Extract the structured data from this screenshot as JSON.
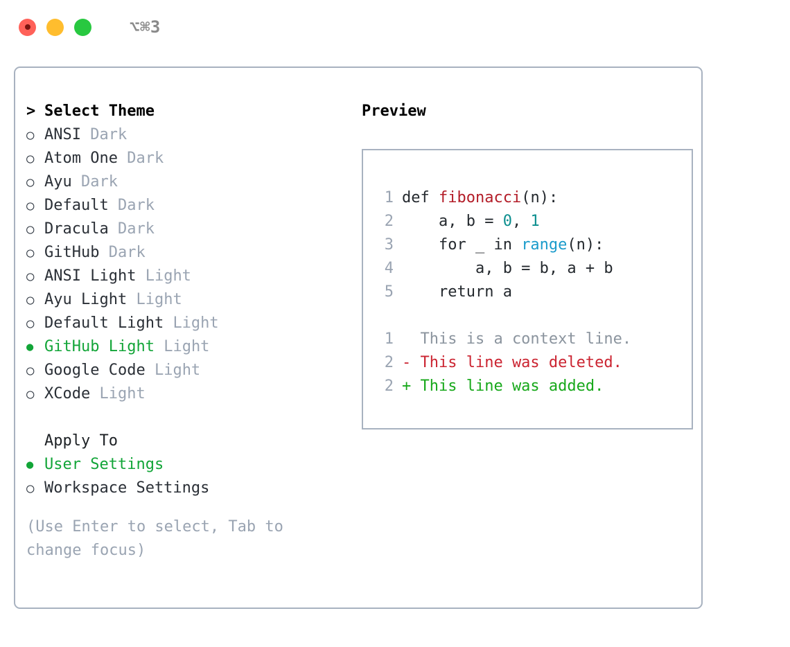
{
  "window": {
    "title": "⌥⌘3",
    "traffic_lights": [
      {
        "name": "close",
        "color": "#ff6159"
      },
      {
        "name": "minimize",
        "color": "#ffbd2e"
      },
      {
        "name": "maximize",
        "color": "#28c840"
      }
    ]
  },
  "theme_picker": {
    "header": "Select Theme",
    "caret": ">",
    "marker_unselected": "○",
    "marker_selected": "●",
    "items": [
      {
        "label": "ANSI",
        "kind": "Dark",
        "selected": false
      },
      {
        "label": "Atom One",
        "kind": "Dark",
        "selected": false
      },
      {
        "label": "Ayu",
        "kind": "Dark",
        "selected": false
      },
      {
        "label": "Default",
        "kind": "Dark",
        "selected": false
      },
      {
        "label": "Dracula",
        "kind": "Dark",
        "selected": false
      },
      {
        "label": "GitHub",
        "kind": "Dark",
        "selected": false
      },
      {
        "label": "ANSI Light",
        "kind": "Light",
        "selected": false
      },
      {
        "label": "Ayu Light",
        "kind": "Light",
        "selected": false
      },
      {
        "label": "Default Light",
        "kind": "Light",
        "selected": false
      },
      {
        "label": "GitHub Light",
        "kind": "Light",
        "selected": true
      },
      {
        "label": "Google Code",
        "kind": "Light",
        "selected": false
      },
      {
        "label": "XCode",
        "kind": "Light",
        "selected": false
      }
    ]
  },
  "apply_to": {
    "header": "Apply To",
    "items": [
      {
        "label": "User Settings",
        "selected": true
      },
      {
        "label": "Workspace Settings",
        "selected": false
      }
    ]
  },
  "hint": "(Use Enter to select, Tab to change focus)",
  "preview": {
    "title": "Preview",
    "code_lines": [
      {
        "lno": "1",
        "tokens": [
          {
            "text": "def ",
            "type": "plain"
          },
          {
            "text": "fibonacci",
            "type": "fn"
          },
          {
            "text": "(n):",
            "type": "plain"
          }
        ]
      },
      {
        "lno": "2",
        "tokens": [
          {
            "text": "    a, b = ",
            "type": "plain"
          },
          {
            "text": "0",
            "type": "num"
          },
          {
            "text": ", ",
            "type": "plain"
          },
          {
            "text": "1",
            "type": "num"
          }
        ]
      },
      {
        "lno": "3",
        "tokens": [
          {
            "text": "    for _ in ",
            "type": "plain"
          },
          {
            "text": "range",
            "type": "call"
          },
          {
            "text": "(n):",
            "type": "plain"
          }
        ]
      },
      {
        "lno": "4",
        "tokens": [
          {
            "text": "        a, b = b, a + b",
            "type": "plain"
          }
        ]
      },
      {
        "lno": "5",
        "tokens": [
          {
            "text": "    return a",
            "type": "plain"
          }
        ]
      }
    ],
    "diff_lines": [
      {
        "lno": "1",
        "text": "  This is a context line.",
        "type": "ctx"
      },
      {
        "lno": "2",
        "text": "- This line was deleted.",
        "type": "del"
      },
      {
        "lno": "2",
        "text": "+ This line was added.",
        "type": "add"
      }
    ]
  },
  "colors": {
    "panel_border": "#a8b2c0",
    "muted_text": "#9aa4b2",
    "selected_green": "#12a538",
    "syntax_function": "#b31d28",
    "syntax_number": "#0b8e8e",
    "syntax_call": "#1a9bcb",
    "diff_delete": "#cb2431",
    "diff_add": "#17a81a"
  }
}
